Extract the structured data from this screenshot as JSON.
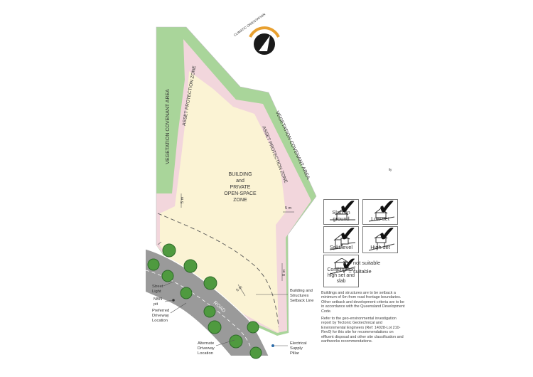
{
  "zones": {
    "building_zone": [
      "BUILDING",
      "and",
      "PRIVATE",
      "OPEN-SPACE",
      "ZONE"
    ],
    "vegetation_left": "VEGETATION COVENANT AREA",
    "vegetation_right": "VEGETATION COVENANT AREA",
    "asset_left": "ASSET PROTECTION ZONE",
    "asset_right": "ASSET PROTECTION ZONE"
  },
  "dimensions": {
    "left": "5 m",
    "right": "5 m",
    "bottom_right": "8 m",
    "road": "6 m"
  },
  "orientation_label": "CLIMATIC ORIENTATION",
  "road_label": "ROAD",
  "stray_mark": "lly",
  "annotations": {
    "street_light": [
      "Street",
      "Light"
    ],
    "nbn": [
      "NBN",
      "pit"
    ],
    "preferred_driveway": [
      "Preferred",
      "Driveway",
      "Location"
    ],
    "alternate_driveway": [
      "Alternate",
      "Driveway",
      "Location"
    ],
    "setback": [
      "Building and",
      "Structures",
      "Setback Line"
    ],
    "electrical": [
      "Electrical",
      "Supply",
      "Pillar"
    ]
  },
  "construction_types": [
    {
      "label": "Slab on ground",
      "suitable": true
    },
    {
      "label": "Low set",
      "suitable": true
    },
    {
      "label": "Split level",
      "suitable": true
    },
    {
      "label": "High set",
      "suitable": true
    },
    {
      "label": "Combination high set and slab",
      "suitable": true
    }
  ],
  "legend": {
    "not_suitable_symbol": "✘",
    "not_suitable": "= not suitable",
    "suitable_symbol": "✔",
    "suitable": "= suitable"
  },
  "notes": [
    "Buildings and structures are to be setback a minimum of 6m from road frontage boundaries. Other setback and development criteria are to be in accordance with the Queensland Development Code.",
    "Refer to the geo-environmental investigation report by Tectonic Geotechnical and Environmental Engineers (Ref: 14028-Lot 210-Rev0) for this site for recommendations on effluent disposal and other site classification and earthworks recommendations."
  ],
  "colors": {
    "vegetation": "#a9d59a",
    "asset_protection": "#f2d6dc",
    "building_zone": "#fbf3d4",
    "road": "#9a9a9a",
    "tree": "#4f9a3f",
    "orientation": "#e8a030"
  }
}
